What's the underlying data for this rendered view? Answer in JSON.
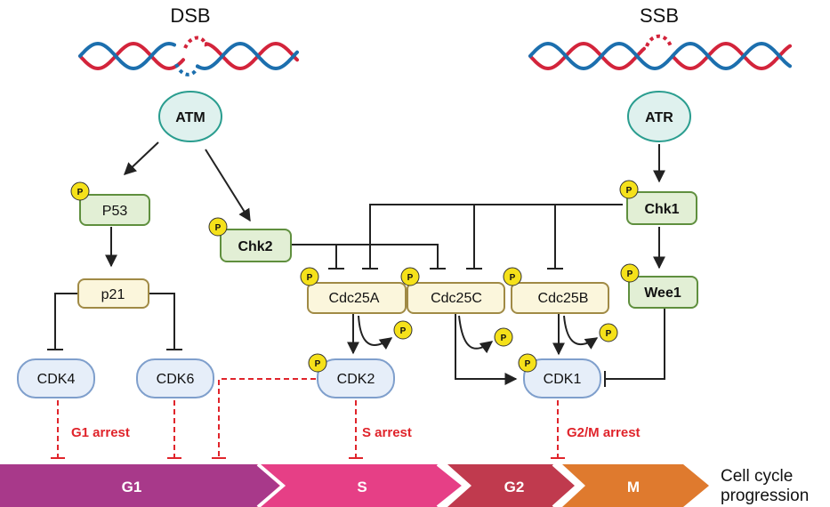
{
  "titles": {
    "dsb": "DSB",
    "ssb": "SSB"
  },
  "sensors": {
    "atm": "ATM",
    "atr": "ATR"
  },
  "nodes": {
    "p53": "P53",
    "p21": "p21",
    "chk2": "Chk2",
    "chk1": "Chk1",
    "wee1": "Wee1",
    "cdc25a": "Cdc25A",
    "cdc25c": "Cdc25C",
    "cdc25b": "Cdc25B",
    "cdk4": "CDK4",
    "cdk6": "CDK6",
    "cdk2": "CDK2",
    "cdk1": "CDK1"
  },
  "phospho_label": "P",
  "arrests": {
    "g1": "G1 arrest",
    "s": "S arrest",
    "g2m": "G2/M arrest"
  },
  "phases": {
    "g1": "G1",
    "s": "S",
    "g2": "G2",
    "m": "M"
  },
  "progression": {
    "line1": "Cell cycle",
    "line2": "progression"
  },
  "colors": {
    "sensor_fill": "#dff1ee",
    "sensor_stroke": "#2a9d8f",
    "green_fill": "#e2efd5",
    "green_stroke": "#5f8f3e",
    "yellow_fill": "#fbf6dc",
    "yellow_stroke": "#a08a45",
    "cdk_fill": "#e6eef9",
    "cdk_stroke": "#7f9fcc",
    "phospho": "#f5e11a",
    "arrest_red": "#e0242b",
    "phase_g1": "#a8398a",
    "phase_s": "#e63f86",
    "phase_g2": "#c03a4e",
    "phase_m": "#df7a2e",
    "dna_red": "#d3243b",
    "dna_blue": "#1c6fae"
  }
}
